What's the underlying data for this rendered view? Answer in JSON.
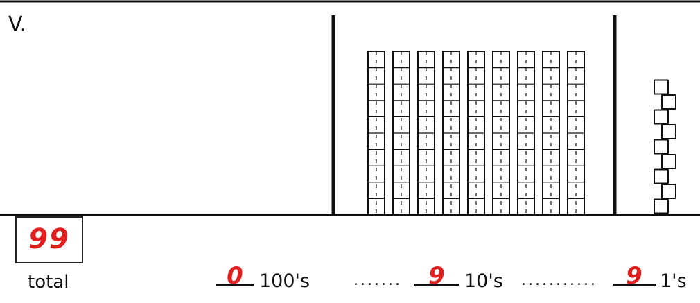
{
  "problem": {
    "label": "V."
  },
  "model": {
    "tens_rods": 9,
    "ones_cubes": 9
  },
  "total": {
    "value": "99",
    "label": "total"
  },
  "places": [
    {
      "answer": "0",
      "label": "100's"
    },
    {
      "answer": "9",
      "label": "10's"
    },
    {
      "answer": "9",
      "label": "1's"
    }
  ],
  "leaders": {
    "a": ".......",
    "b": "..........."
  },
  "colors": {
    "ink": "#111111",
    "answer": "#e0201e"
  }
}
